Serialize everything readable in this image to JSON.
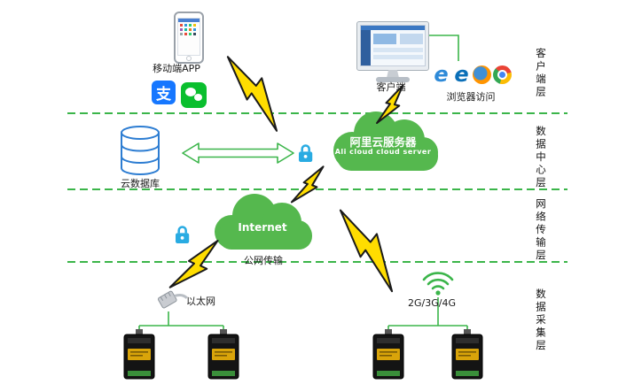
{
  "diagram": {
    "layers": [
      {
        "id": "client-layer",
        "label": "客户端层"
      },
      {
        "id": "data-center-layer",
        "label": "数据中心层"
      },
      {
        "id": "network-layer",
        "label": "网络传输层"
      },
      {
        "id": "acquisition-layer",
        "label": "数据采集层"
      }
    ],
    "nodes": {
      "mobile_app": {
        "label": "移动端APP"
      },
      "client_pc": {
        "label": "客户端"
      },
      "browser_access": {
        "label": "浏览器访问"
      },
      "cloud_db": {
        "label": "云数据库"
      },
      "ali_cloud": {
        "label_cn": "阿里云服务器",
        "label_en": "Ali cloud cloud server"
      },
      "internet": {
        "label": "Internet",
        "caption": "公网传输"
      },
      "ethernet": {
        "label": "以太网"
      },
      "cellular": {
        "label": "2G/3G/4G"
      }
    },
    "icons": {
      "alipay_glyph": "支",
      "ie_glyph": "e",
      "edge_glyph": "e"
    },
    "colors": {
      "line_green": "#3bb54a",
      "cloud_green": "#55b84e",
      "bolt_yellow": "#ffdd00",
      "lock_blue": "#29abe2",
      "db_blue": "#2d7dd2",
      "alipay_blue": "#1677ff",
      "wechat_green": "#0abf2e",
      "device_black": "#141414",
      "device_label_yellow": "#d9a40a"
    }
  }
}
